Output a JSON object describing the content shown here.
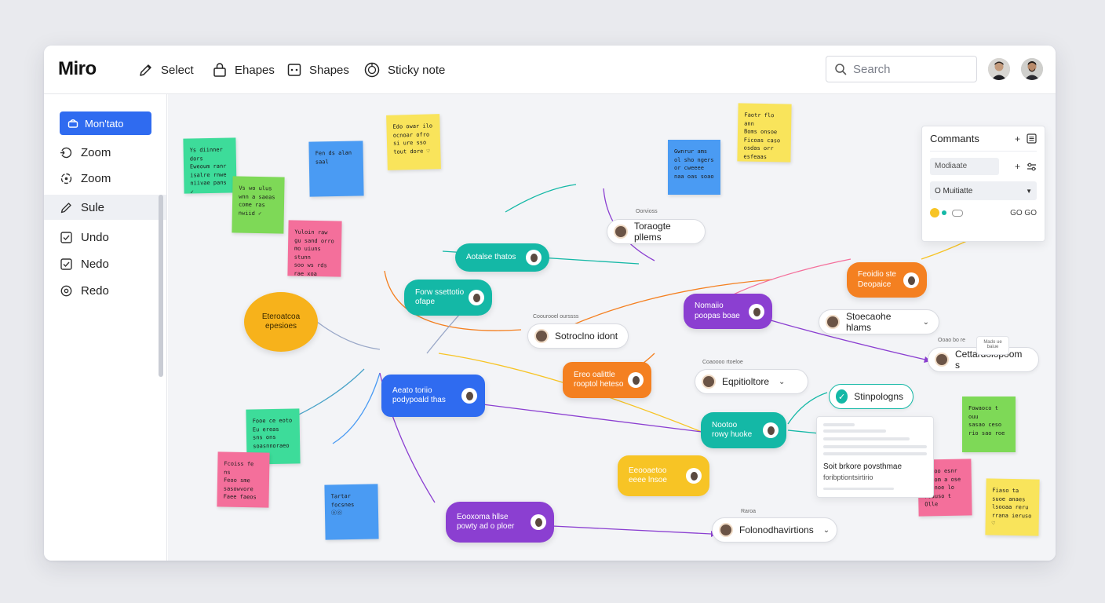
{
  "app": {
    "logo": "Miro"
  },
  "toolbar": {
    "tools": [
      {
        "label": "Select",
        "icon": "pen-icon"
      },
      {
        "label": "Ehapes",
        "icon": "bag-icon"
      },
      {
        "label": "Shapes",
        "icon": "shapes-icon"
      },
      {
        "label": "Sticky note",
        "icon": "sticky-note-icon"
      }
    ],
    "search_placeholder": "Search"
  },
  "sidebar": {
    "active": "Mon'tato",
    "items": [
      {
        "label": "Zoom",
        "icon": "zoom-icon"
      },
      {
        "label": "Zoom",
        "icon": "zoom-icon"
      },
      {
        "label": "Sule",
        "icon": "pencil-icon"
      },
      {
        "label": "Undo",
        "icon": "checkbox-icon"
      },
      {
        "label": "Nedo",
        "icon": "checkbox-icon"
      },
      {
        "label": "Redo",
        "icon": "redo-icon"
      }
    ]
  },
  "canvas": {
    "stickies": [
      {
        "text": "Ys diinner dors\nEweoum ranr\nisalre rnwe\nniivae pans ✓",
        "color": "#3ddc9a"
      },
      {
        "text": "Vs wo ulus\nwnn a saeas\ncome ras\nnwiid ✓",
        "color": "#7ed957"
      },
      {
        "text": "Fen ds alan\nsaal",
        "color": "#4a9bf3"
      },
      {
        "text": "Edo owar ilo\nocnoar ofro\nsi ure sso\ntout dore ♡",
        "color": "#f9e45b"
      },
      {
        "text": "Yuloin raw\ngu sand orro\nmo uiuns stunn\nsoo ws rds\nrae xoa",
        "color": "#f46f9b"
      },
      {
        "text": "Gwnrur ams\nol sho ngers\nor cweeee\nnaa oas soao",
        "color": "#4a9bf3"
      },
      {
        "text": "Faotr flo ann\nBoms onsoe\nFicoas caso\nosdas orr\nesfeaas",
        "color": "#f9e45b"
      },
      {
        "text": "Fooe ce eoto\nEu ereas\nsns ons\nsoasnnoraeo",
        "color": "#3ddc9a"
      },
      {
        "text": "Fcoiss fe ns\nFeoo sme\nsasowvore\nFaee faeos",
        "color": "#f46f9b"
      },
      {
        "text": "Tartar focsnes\nⓞⓞ",
        "color": "#4a9bf3"
      },
      {
        "text": "Fowaoco t ouu\nsasao ceso\nrio sao roe",
        "color": "#7ed957"
      },
      {
        "text": "Sweoo esnr\nraeom a ose\nrasnoe lo\nFoauso t Olle",
        "color": "#f46f9b"
      },
      {
        "text": "Fiaso ta\nsuoe anaes\nlsooaa reru\nrrana ieruso ♡",
        "color": "#f9e45b"
      },
      {
        "text": "",
        "color": "#f46f9b"
      }
    ],
    "pills": [
      {
        "text": "Aotalse thatos",
        "color": "#14b8a6"
      },
      {
        "text": "Forw ssettotio\nofape",
        "color": "#14b8a6"
      },
      {
        "text": "Eteroatcoa\nepesioes",
        "color": "#f7b21b"
      },
      {
        "text": "Aeato toriio\npodypoald thas",
        "color": "#2f6bf0"
      },
      {
        "text": "Ereo oalittle\nrooptol heteso",
        "color": "#f48021"
      },
      {
        "text": "Nomaiio\npoopas boae",
        "color": "#8b3fd1"
      },
      {
        "text": "Feoidio ste\nDeopaice",
        "color": "#f48021"
      },
      {
        "text": "Nootoo\nrowy huoke",
        "color": "#14b8a6"
      },
      {
        "text": "Eeooaetoo\neeee lnsoe",
        "color": "#f7c425"
      },
      {
        "text": "Eooxoma hllse\npowty ad o ploer",
        "color": "#8b3fd1"
      }
    ],
    "chips": [
      {
        "text": "Toraogte pllems",
        "label": "Oorvioss"
      },
      {
        "text": "Sotroclno idont",
        "label": "Coourooel ourssss"
      },
      {
        "text": "Stoecaohe hlams",
        "label": ""
      },
      {
        "text": "Cettardolopoom s",
        "label": "Ooao bo re"
      },
      {
        "text": "Eqpitioltore",
        "label": "Coaoooo rtoeloe"
      },
      {
        "text": "Stinpologns",
        "label": ""
      },
      {
        "text": "Folonodhavirtions",
        "label": "Raroa"
      }
    ],
    "doc_card": {
      "title": "Soit brkore povsthmae",
      "subtitle": "foribptiontsirtirio"
    },
    "mini_label": "Mado ue\nbaiue"
  },
  "comments": {
    "title": "Commants",
    "field": "Modiaate",
    "select": "O Muitiatte",
    "actions": "GO  GO"
  },
  "colors": {
    "accent": "#2f6bf0",
    "teal": "#14b8a6",
    "purple": "#8b3fd1",
    "orange": "#f48021",
    "yellow": "#f7c425"
  }
}
